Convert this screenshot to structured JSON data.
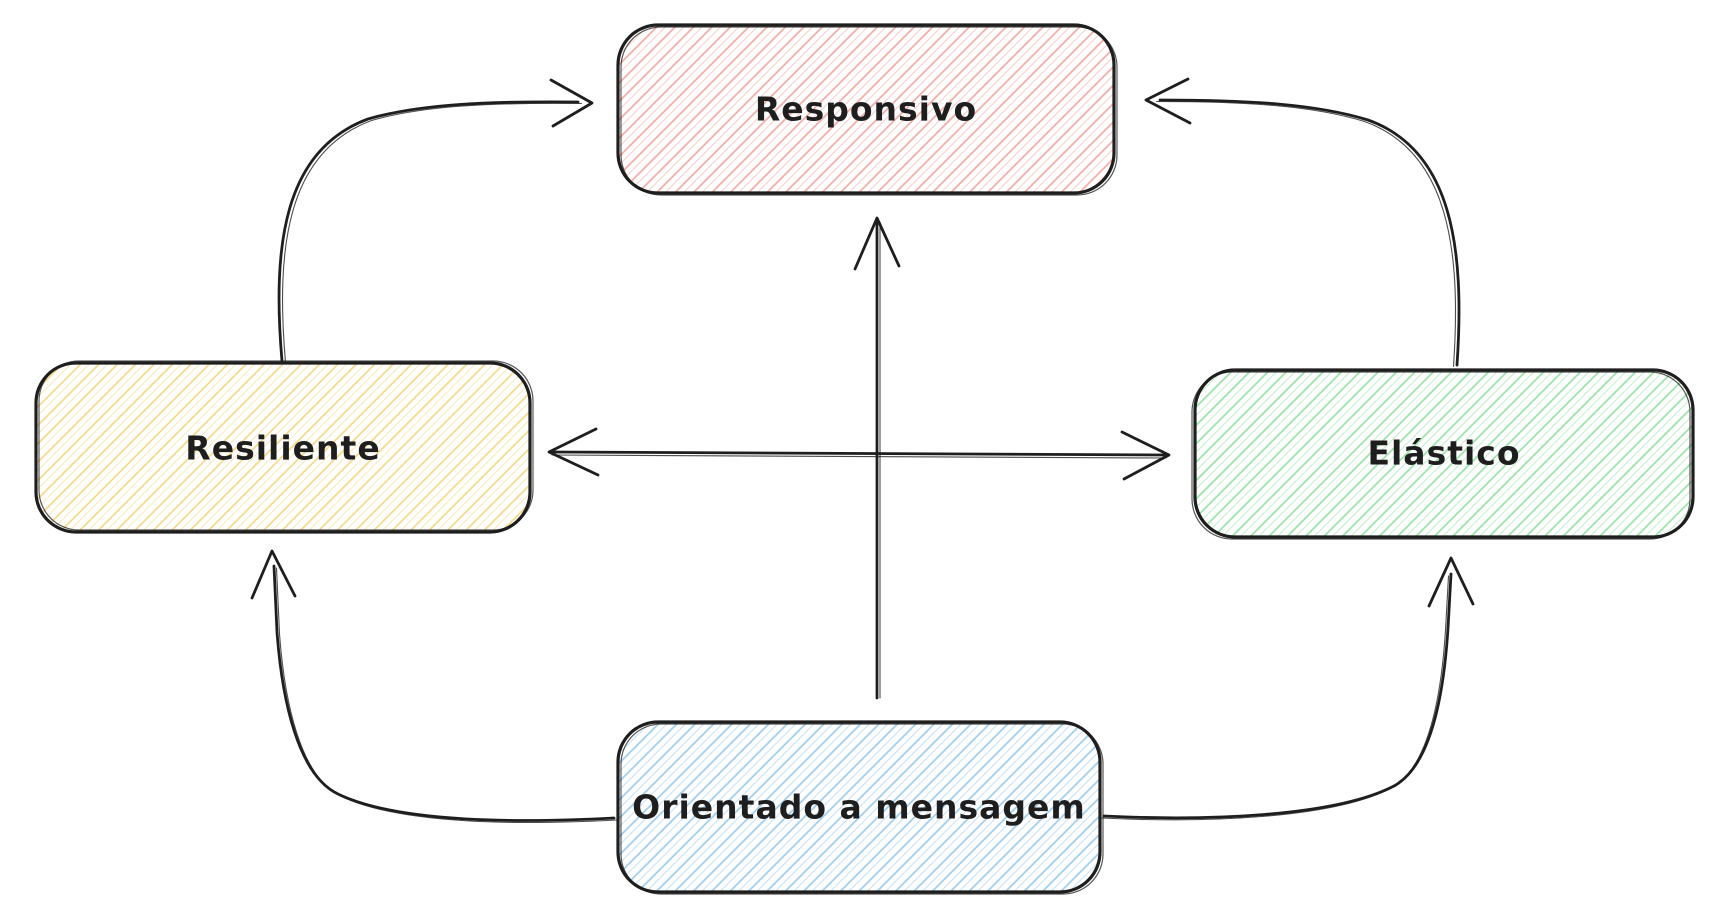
{
  "canvas": {
    "background": "#ffffff",
    "stroke_color": "#1e1e1e"
  },
  "nodes": {
    "responsivo": {
      "label": "Responsivo",
      "hatch_color": "#f4a9a4",
      "palette": "red"
    },
    "resiliente": {
      "label": "Resiliente",
      "hatch_color": "#f5d885",
      "palette": "yellow"
    },
    "elastico": {
      "label": "Elástico",
      "hatch_color": "#97e2a6",
      "palette": "green"
    },
    "orientado": {
      "label": "Orientado a mensagem",
      "hatch_color": "#9cccee",
      "palette": "blue"
    }
  },
  "edges": [
    {
      "from": "orientado",
      "to": "responsivo",
      "shape": "straight-vertical",
      "heads": [
        "end"
      ]
    },
    {
      "from": "resiliente",
      "to": "elastico",
      "shape": "straight-horizontal",
      "heads": [
        "start",
        "end"
      ]
    },
    {
      "from": "resiliente",
      "to": "responsivo",
      "shape": "curved-top-left",
      "heads": [
        "end"
      ]
    },
    {
      "from": "elastico",
      "to": "responsivo",
      "shape": "curved-top-right",
      "heads": [
        "end"
      ]
    },
    {
      "from": "orientado",
      "to": "resiliente",
      "shape": "curved-bottom-left",
      "heads": [
        "end"
      ]
    },
    {
      "from": "orientado",
      "to": "elastico",
      "shape": "curved-bottom-right",
      "heads": [
        "end"
      ]
    }
  ]
}
